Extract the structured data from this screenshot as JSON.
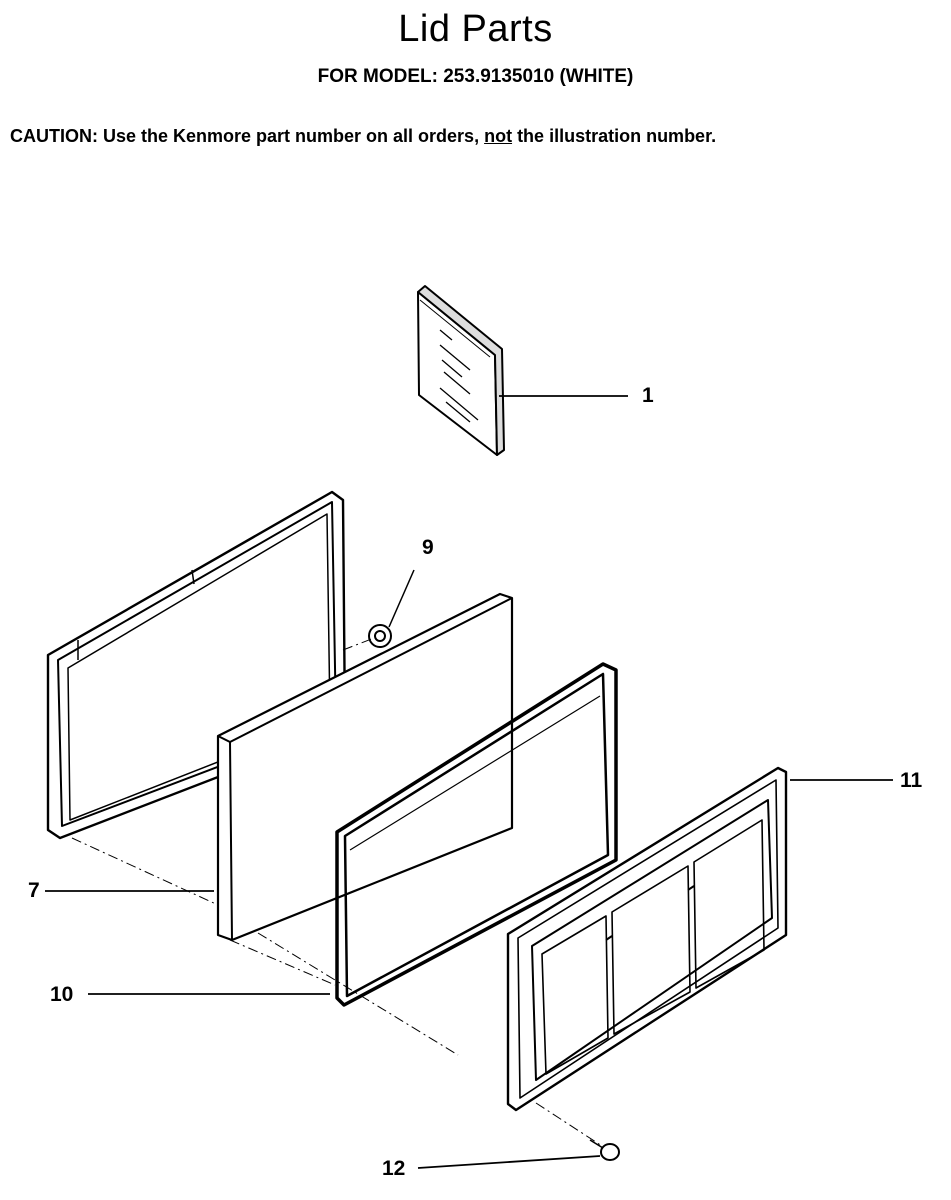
{
  "header": {
    "title": "Lid Parts",
    "model_line": "FOR MODEL:  253.9135010 (WHITE)"
  },
  "caution": {
    "before": "CAUTION:  Use the Kenmore part number on all orders, ",
    "emphasis": "not",
    "after": " the illustration number."
  },
  "callouts": {
    "c1": "1",
    "c7": "7",
    "c9": "9",
    "c10": "10",
    "c11": "11",
    "c12": "12"
  }
}
